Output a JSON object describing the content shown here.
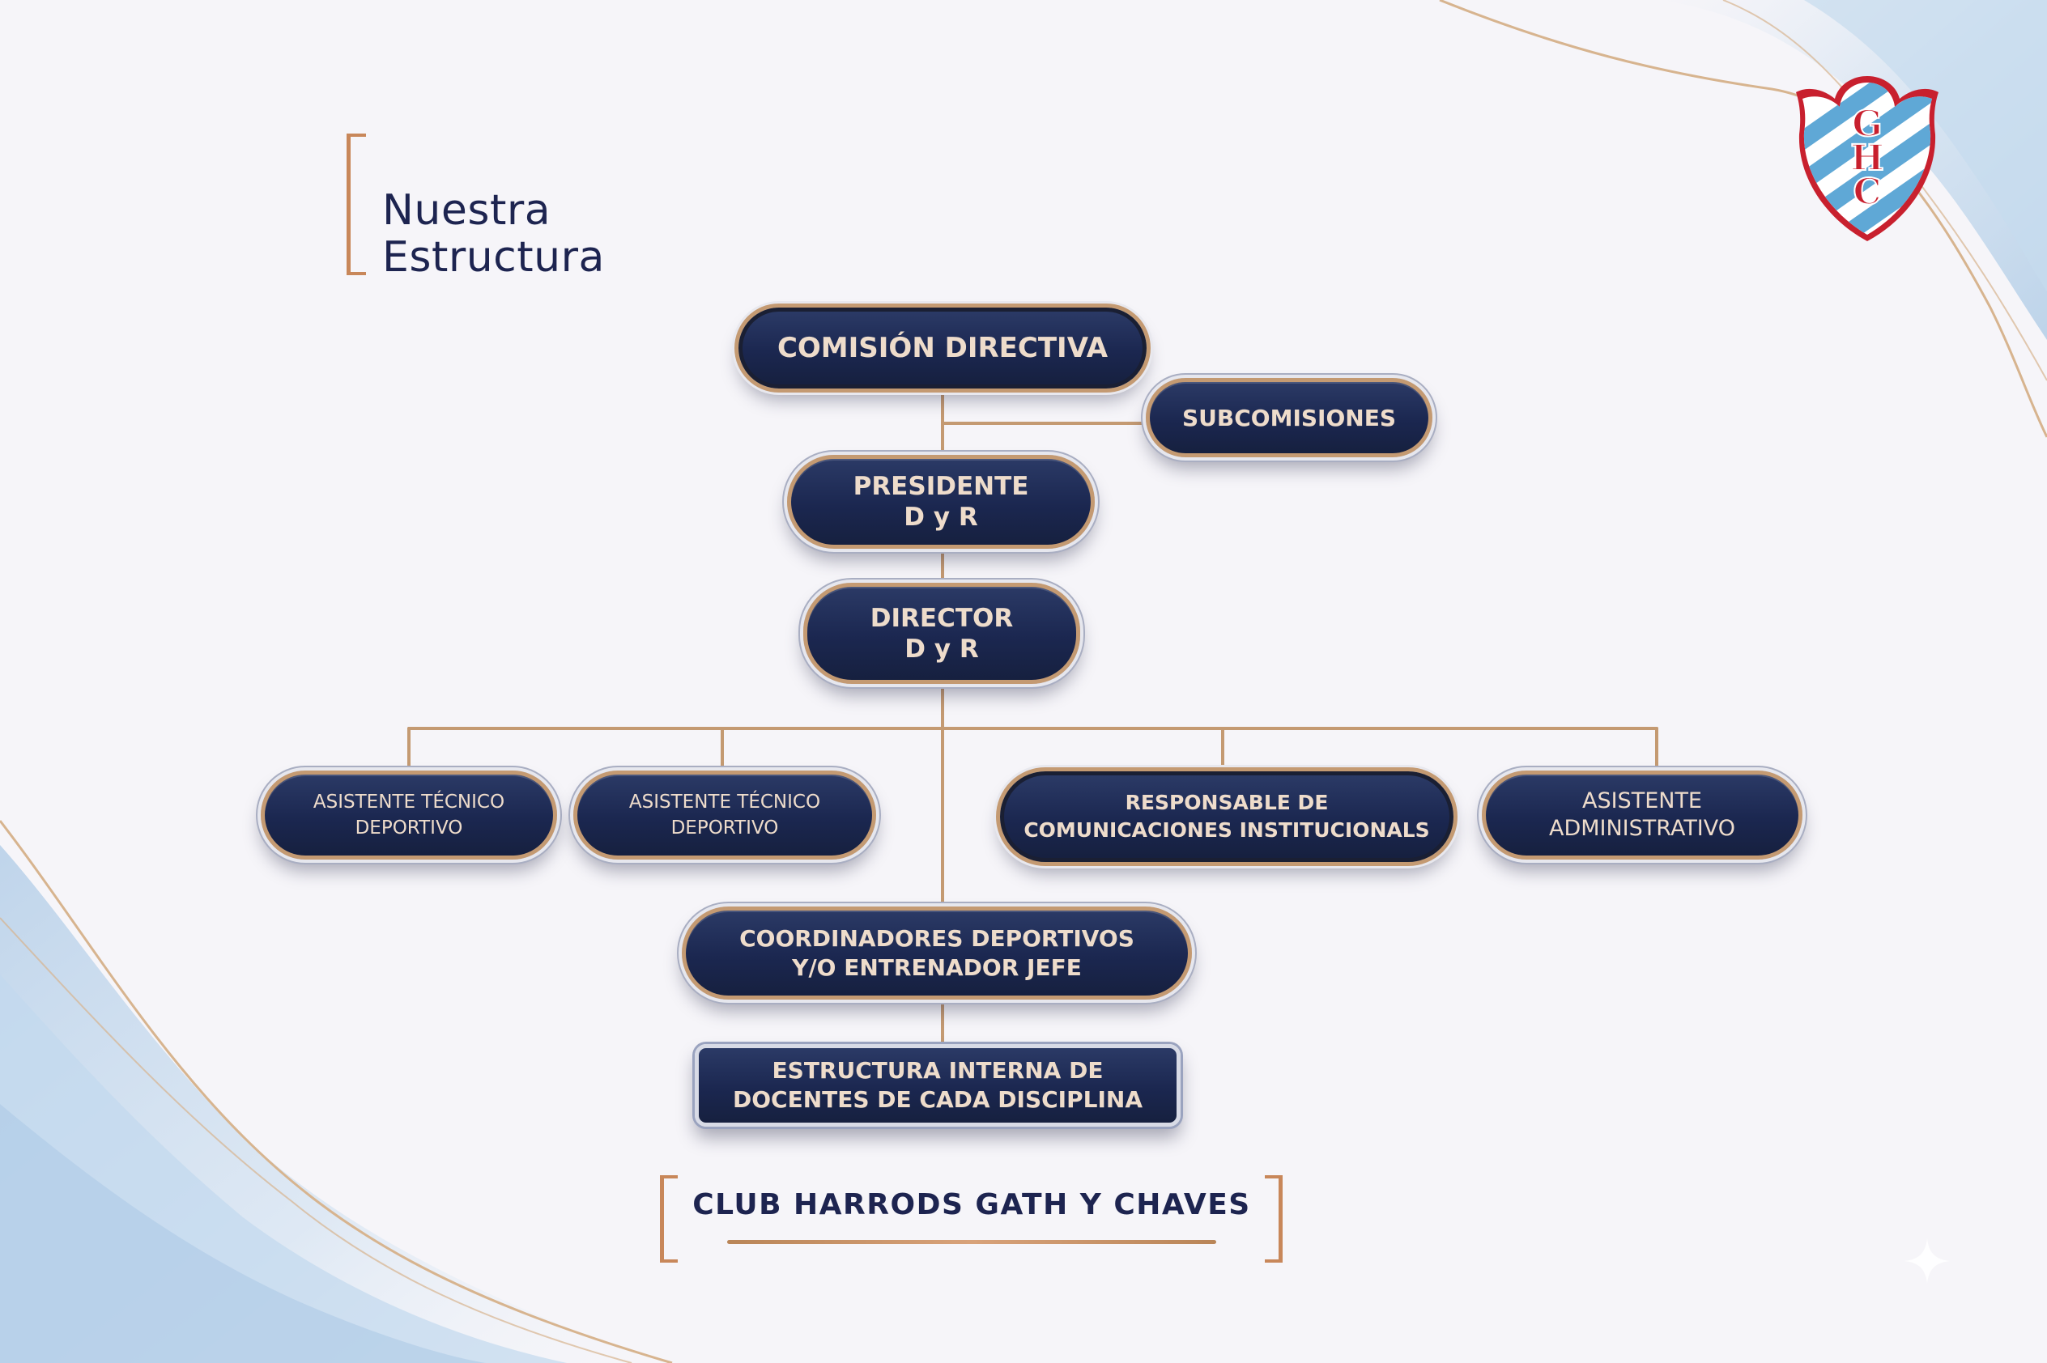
{
  "title": {
    "line1": "Nuestra",
    "line2": "Estructura"
  },
  "crest": {
    "letters": [
      "G",
      "H",
      "C"
    ],
    "colors": {
      "red": "#c8202e",
      "blue": "#5fa8d6"
    }
  },
  "org_chart": {
    "comision": "COMISIÓN DIRECTIVA",
    "subcomisiones": "SUBCOMISIONES",
    "presidente": {
      "line1": "PRESIDENTE",
      "line2": "D y R"
    },
    "director": {
      "line1": "DIRECTOR",
      "line2": "D y R"
    },
    "asistente_tecnico_1": {
      "line1": "ASISTENTE TÉCNICO",
      "line2": "DEPORTIVO"
    },
    "asistente_tecnico_2": {
      "line1": "ASISTENTE TÉCNICO",
      "line2": "DEPORTIVO"
    },
    "responsable": {
      "line1": "RESPONSABLE DE",
      "line2": "COMUNICACIONES INSTITUCIONALS"
    },
    "asistente_admin": {
      "line1": "ASISTENTE",
      "line2": "ADMINISTRATIVO"
    },
    "coordinadores": {
      "line1": "COORDINADORES DEPORTIVOS",
      "line2": "Y/O ENTRENADOR JEFE"
    },
    "estructura": {
      "line1": "ESTRUCTURA INTERNA DE",
      "line2": "DOCENTES DE CADA DISCIPLINA"
    }
  },
  "footer": {
    "club_name": "CLUB HARRODS GATH Y CHAVES"
  },
  "colors": {
    "node_fill": "#1b2750",
    "node_border": "#c49a72",
    "connector": "#c49a72",
    "accent": "#c8875a",
    "title": "#1d2450",
    "background": "#f6f5f9"
  }
}
